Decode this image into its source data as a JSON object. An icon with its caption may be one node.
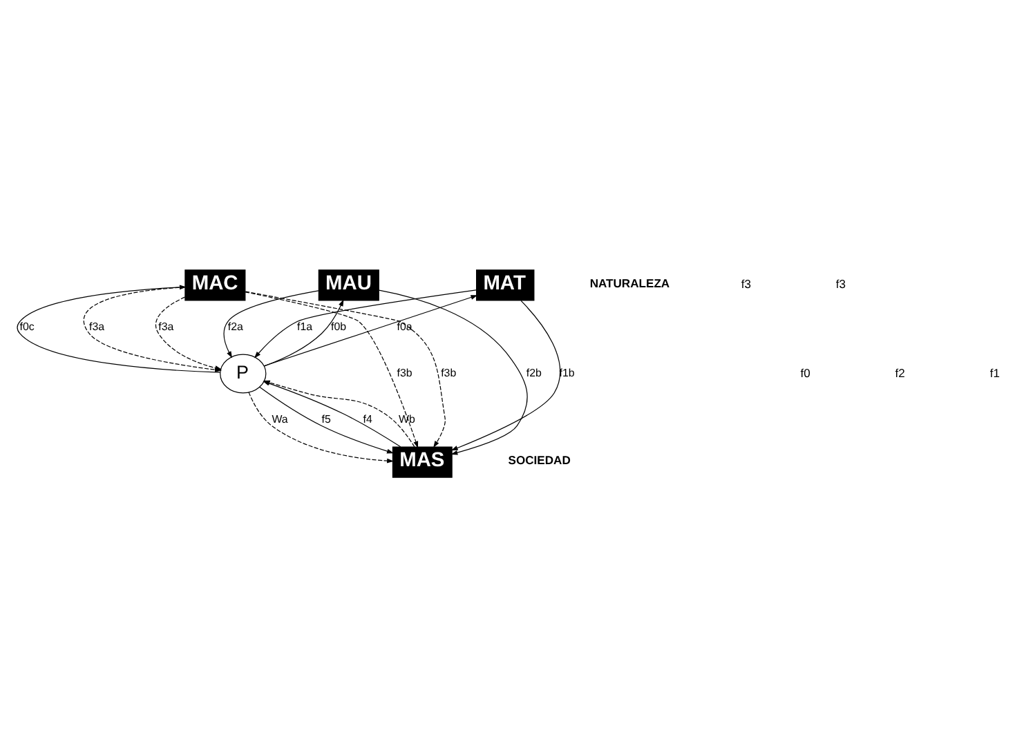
{
  "diagram": {
    "nodes": [
      {
        "text": [
          "MAC"
        ]
      },
      {
        "text": [
          "MAU"
        ]
      },
      {
        "text": [
          "MAT"
        ]
      },
      {
        "text": [
          "P"
        ]
      },
      {
        "text": [
          "MAS"
        ]
      }
    ],
    "edges": [
      {
        "from": 3,
        "to": 0,
        "arrow": "to",
        "label": "f0c"
      },
      {
        "from": 3,
        "to": 1,
        "arrow": "to",
        "label": "f0b"
      },
      {
        "from": 3,
        "to": 2,
        "arrow": "to",
        "label": "f0a"
      },
      {
        "from": 1,
        "to": 3,
        "arrow": "to",
        "label": "f2a"
      },
      {
        "from": 1,
        "to": 4,
        "arrow": "to",
        "label": "f2b"
      },
      {
        "from": 2,
        "to": 3,
        "arrow": "to",
        "label": "f1a"
      },
      {
        "from": 2,
        "to": 4,
        "arrow": "to",
        "label": "f1b"
      },
      {
        "from": 0,
        "to": 3,
        "arrow": "to",
        "label": "f3a",
        "style": "dashed"
      },
      {
        "from": 0,
        "to": 3,
        "arrow": "to",
        "label": "f3a",
        "style": "dashed"
      },
      {
        "from": 0,
        "to": 4,
        "arrow": "to",
        "label": "f3b",
        "style": "dashed"
      },
      {
        "from": 0,
        "to": 4,
        "arrow": "to",
        "label": "f3b",
        "style": "dashed"
      },
      {
        "from": 3,
        "to": 4,
        "arrow": "to",
        "label": "f5"
      },
      {
        "from": 4,
        "to": 3,
        "arrow": "to",
        "label": "f4"
      },
      {
        "from": 3,
        "to": 4,
        "arrow": "to",
        "label": "Wa",
        "style": "dashed"
      },
      {
        "from": 4,
        "to": 3,
        "arrow": "to",
        "label": "Wb",
        "style": "dashed"
      }
    ],
    "labels": [
      "NATURALEZA",
      "f3",
      "f3",
      "f0",
      "f2",
      "f1",
      "SOCIEDAD"
    ]
  }
}
